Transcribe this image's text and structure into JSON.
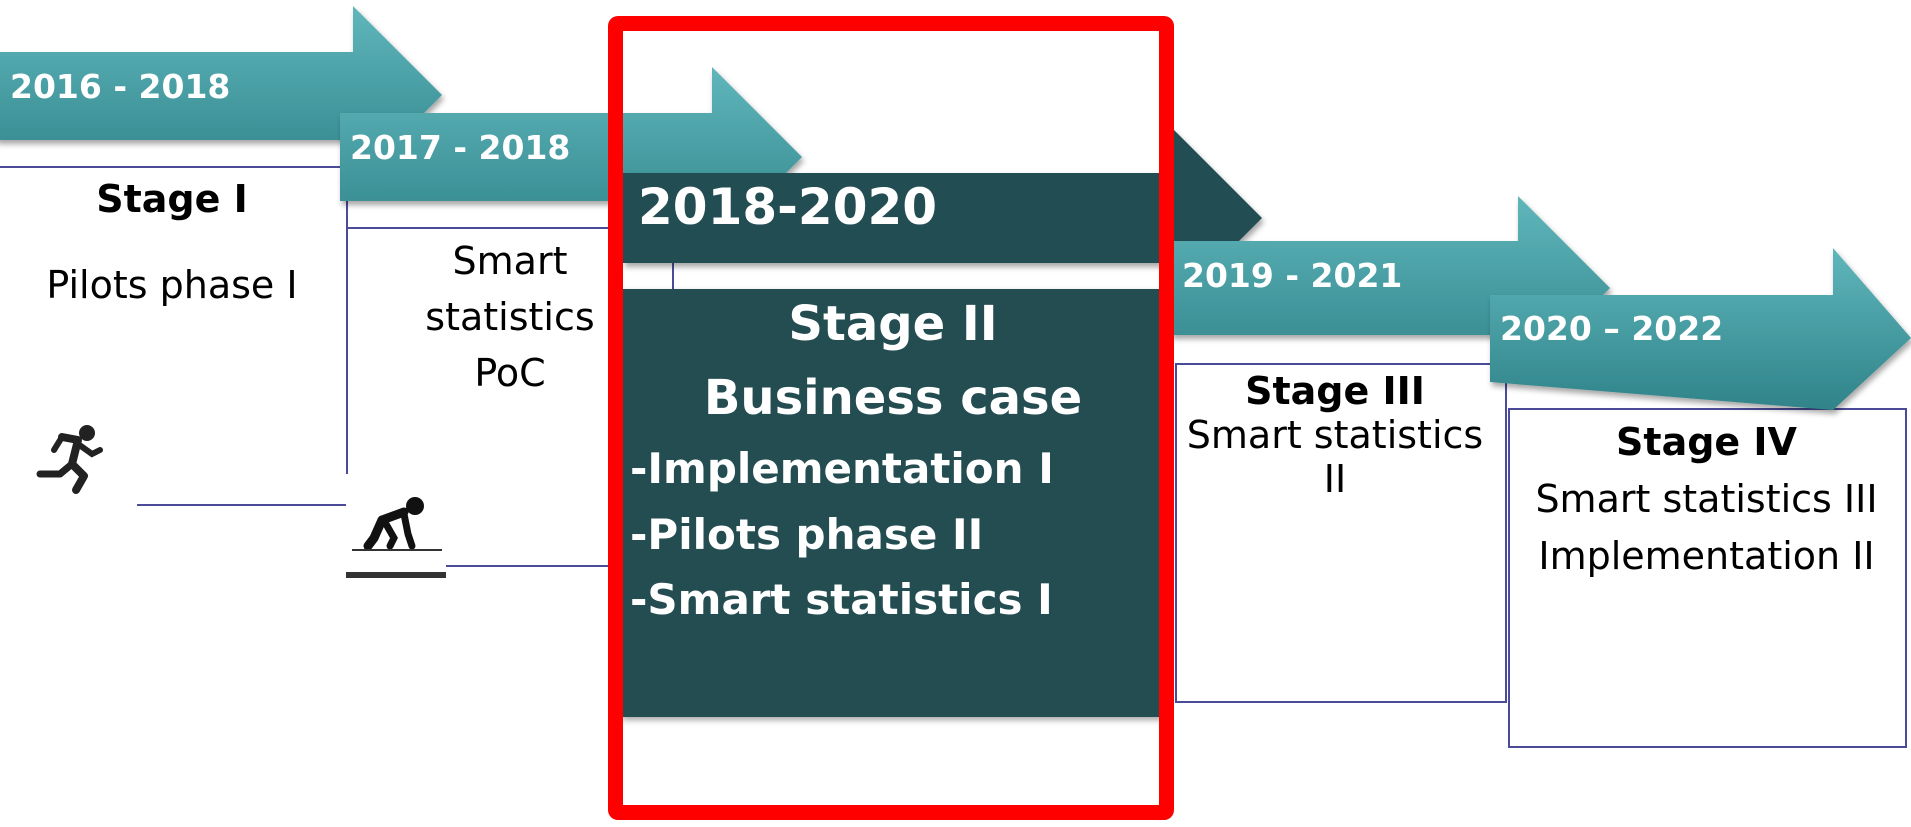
{
  "colors": {
    "arrow_teal": "#3f9aa0",
    "arrow_dark": "#244d52",
    "box_border": "#4b4b9a",
    "highlight": "#ff0000"
  },
  "stages": [
    {
      "period": "2016 - 2018",
      "title": "Stage I",
      "lines": [
        "Pilots phase I"
      ],
      "icon": "running-person-icon"
    },
    {
      "period": "2017 - 2018",
      "title": "",
      "lines": [
        "Smart",
        "statistics",
        "PoC"
      ],
      "icon": "crouching-start-person-icon"
    },
    {
      "period": "2018-2020",
      "title": "Stage II",
      "subtitle": "Business case",
      "items": [
        "-Implementation I",
        "-Pilots phase II",
        "-Smart statistics I"
      ]
    },
    {
      "period": "2019 - 2021",
      "title": "Stage III",
      "lines": [
        "Smart statistics",
        "II"
      ]
    },
    {
      "period": "2020 – 2022",
      "title": "Stage IV",
      "lines": [
        "Smart statistics III",
        "Implementation II"
      ]
    }
  ]
}
